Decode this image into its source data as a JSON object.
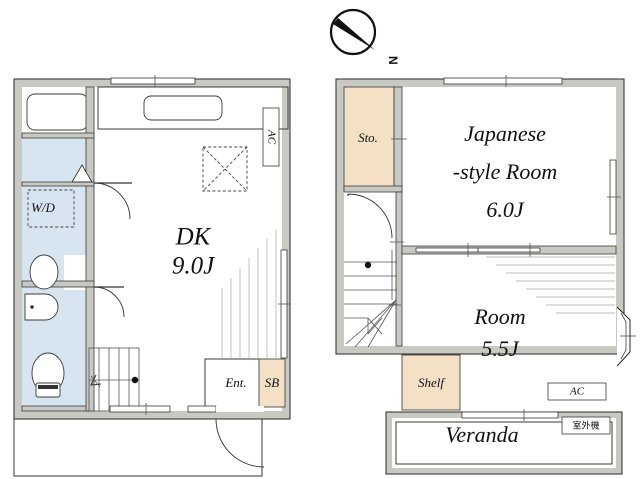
{
  "document": {
    "type": "floor-plan",
    "title": "Two-floor residential unit floor plan",
    "floors": 2
  },
  "compass": {
    "label": "N",
    "needle_direction": "upper-left",
    "name": "north-arrow"
  },
  "colors": {
    "wall": "#c9c9c4",
    "wall_stroke": "#2a2a2a",
    "wet_area": "#d7e5f1",
    "storage": "#f3e0c5",
    "room": "#ffffff",
    "slope_hatch": "#bdbdbd",
    "text": "#111111"
  },
  "floor1": {
    "name": "first-floor-plan",
    "rooms": [
      {
        "id": "dk",
        "label": "DK",
        "size": "9.0J",
        "fill": "#ffffff"
      },
      {
        "id": "ent",
        "label": "Ent.",
        "fill": "#ffffff"
      },
      {
        "id": "sb",
        "label": "SB",
        "fill": "#f3e0c5"
      }
    ],
    "fixtures": [
      {
        "id": "bathtub",
        "label": "",
        "icon": "bathtub-icon"
      },
      {
        "id": "washer-dryer",
        "label": "W/D",
        "icon": "washer-dryer-icon"
      },
      {
        "id": "basin",
        "label": "",
        "icon": "basin-icon"
      },
      {
        "id": "lavatory",
        "label": "",
        "icon": "lavatory-sink-icon"
      },
      {
        "id": "toilet",
        "label": "",
        "icon": "toilet-icon"
      },
      {
        "id": "kitchen-sink",
        "label": "",
        "icon": "kitchen-sink-icon"
      }
    ],
    "annotations": [
      {
        "id": "ac-unit-1f",
        "label": "AC",
        "orientation": "vertical"
      },
      {
        "id": "loft-hatch",
        "label": "",
        "icon": "x-box-icon"
      }
    ]
  },
  "floor2": {
    "name": "second-floor-plan",
    "rooms": [
      {
        "id": "japanese-room",
        "label": "Japanese\n-style Room",
        "line1": "Japanese",
        "line2": "-style Room",
        "size": "6.0J",
        "fill": "#ffffff"
      },
      {
        "id": "room",
        "label": "Room",
        "size": "5.5J",
        "fill": "#ffffff"
      },
      {
        "id": "storage",
        "label": "Sto.",
        "fill": "#f3e0c5"
      },
      {
        "id": "shelf",
        "label": "Shelf",
        "fill": "#f3e0c5"
      },
      {
        "id": "veranda",
        "label": "Veranda",
        "fill": "#ffffff"
      }
    ],
    "annotations": [
      {
        "id": "ac-unit-2f",
        "label": "AC",
        "orientation": "horizontal"
      },
      {
        "id": "outdoor-unit",
        "label": "室外機",
        "orientation": "horizontal"
      }
    ]
  }
}
